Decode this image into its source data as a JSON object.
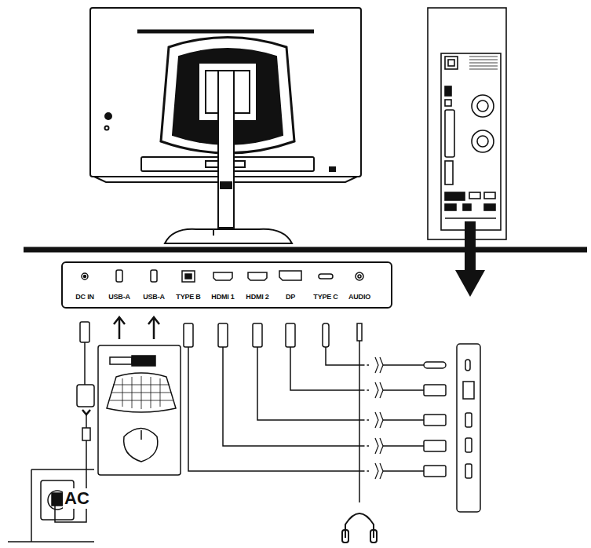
{
  "diagram": {
    "nodes": [
      {
        "text": [
          "DC IN",
          "USB-A",
          "USB-A",
          "TYPE B",
          "HDMI 1",
          "HDMI 2",
          "DP",
          "TYPE C",
          "AUDIO"
        ]
      }
    ],
    "labels": [
      "AC"
    ]
  }
}
